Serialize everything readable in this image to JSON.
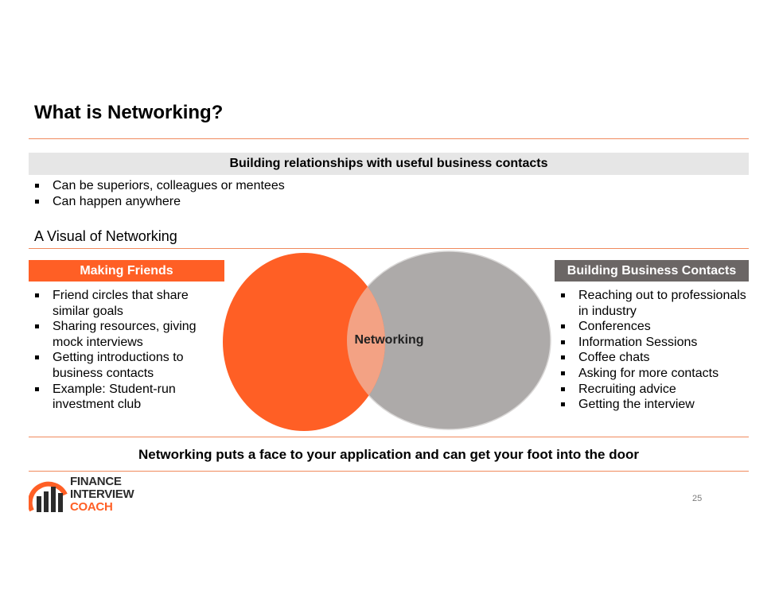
{
  "slide": {
    "title": "What is Networking?",
    "definition_band": "Building relationships with useful business contacts",
    "top_bullets": [
      "Can be superiors, colleagues or mentees",
      "Can happen anywhere"
    ],
    "subtitle": "A Visual of Networking",
    "left_header": "Making Friends",
    "left_bullets": [
      "Friend circles that share similar goals",
      "Sharing resources, giving mock interviews",
      "Getting introductions to business contacts",
      "Example: Student-run investment club"
    ],
    "right_header": "Building Business Contacts",
    "right_bullets": [
      "Reaching out to professionals in industry",
      "Conferences",
      "Information Sessions",
      "Coffee chats",
      "Asking for more contacts",
      "Recruiting advice",
      "Getting the interview"
    ],
    "venn_center_label": "Networking",
    "bottom_message": "Networking puts a face to your application and can get your foot into the door",
    "page_number": "25"
  },
  "logo": {
    "line1": "FINANCE",
    "line2": "INTERVIEW",
    "line3": "COACH"
  },
  "colors": {
    "accent_orange": "#ff5f25",
    "circle_gray": "#adaaa9",
    "overlap": "#f3a284",
    "dark_header": "#6b6665",
    "band_gray": "#e6e6e6",
    "rule": "#f08a5d"
  }
}
